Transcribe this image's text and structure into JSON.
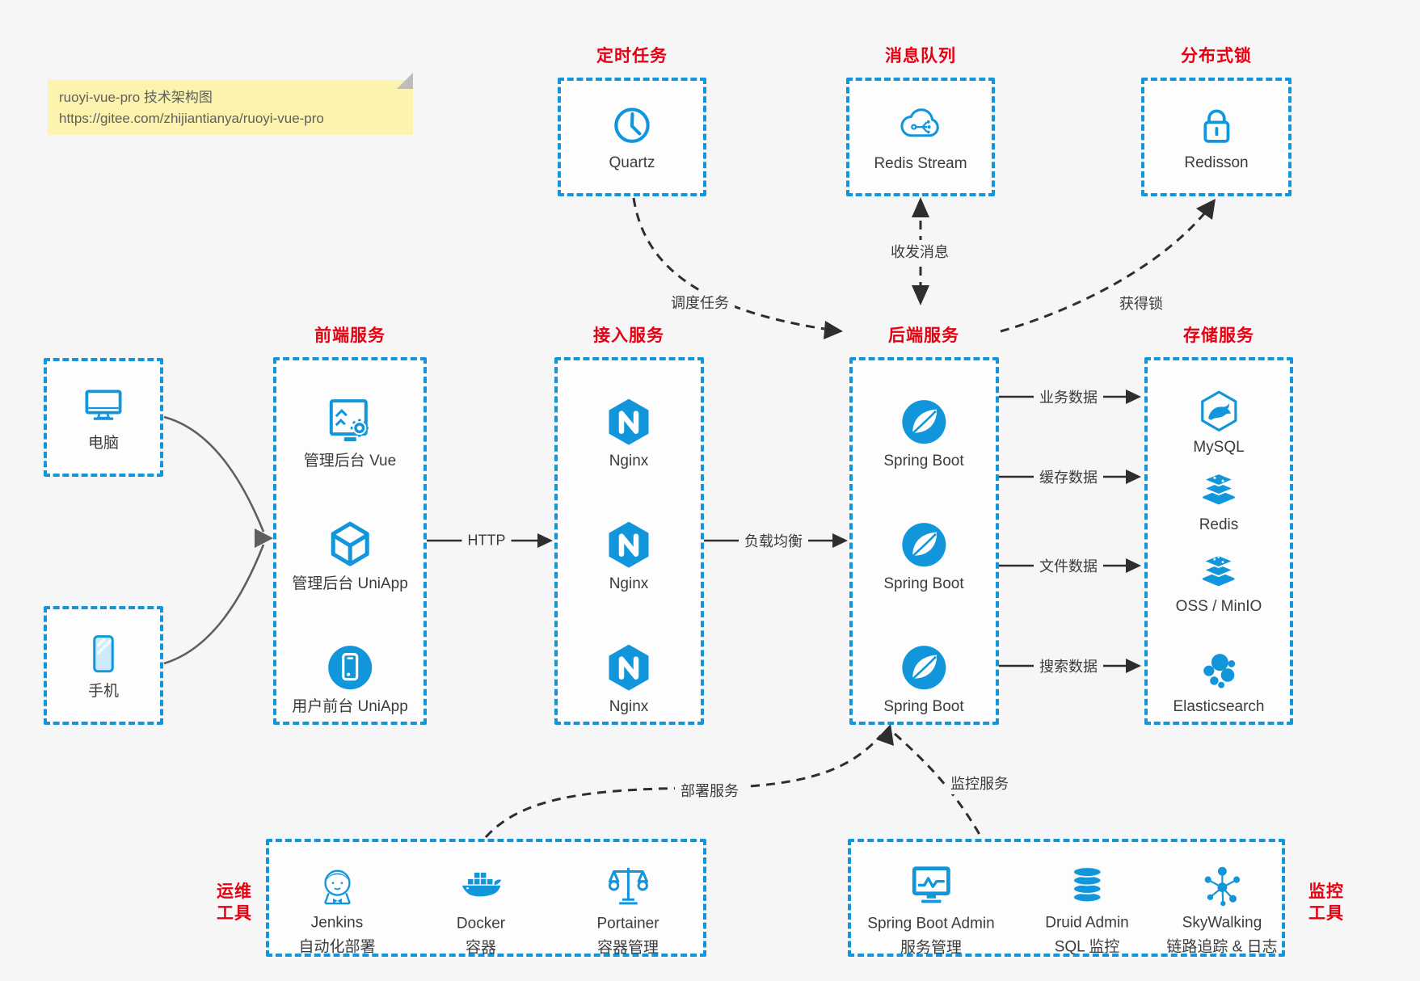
{
  "note": {
    "line1": "ruoyi-vue-pro 技术架构图",
    "line2": "https://gitee.com/zhijiantianya/ruoyi-vue-pro"
  },
  "colors": {
    "blue": "#1296db",
    "red": "#e60012",
    "note_bg": "#fbf3ae"
  },
  "top_groups": [
    {
      "title": "定时任务",
      "icon": "clock-icon",
      "label": "Quartz"
    },
    {
      "title": "消息队列",
      "icon": "cloud-stream-icon",
      "label": "Redis Stream"
    },
    {
      "title": "分布式锁",
      "icon": "lock-icon",
      "label": "Redisson"
    }
  ],
  "clients": [
    {
      "icon": "desktop-icon",
      "label": "电脑"
    },
    {
      "icon": "smartphone-icon",
      "label": "手机"
    }
  ],
  "columns": [
    {
      "title": "前端服务",
      "items": [
        {
          "icon": "admin-vue-icon",
          "label": "管理后台 Vue"
        },
        {
          "icon": "uniapp-cube-icon",
          "label": "管理后台 UniApp"
        },
        {
          "icon": "phone-app-icon",
          "label": "用户前台 UniApp"
        }
      ]
    },
    {
      "title": "接入服务",
      "items": [
        {
          "icon": "nginx-icon",
          "label": "Nginx"
        },
        {
          "icon": "nginx-icon",
          "label": "Nginx"
        },
        {
          "icon": "nginx-icon",
          "label": "Nginx"
        }
      ]
    },
    {
      "title": "后端服务",
      "items": [
        {
          "icon": "spring-boot-icon",
          "label": "Spring Boot"
        },
        {
          "icon": "spring-boot-icon",
          "label": "Spring Boot"
        },
        {
          "icon": "spring-boot-icon",
          "label": "Spring Boot"
        }
      ]
    },
    {
      "title": "存储服务",
      "items": [
        {
          "icon": "mysql-icon",
          "label": "MySQL"
        },
        {
          "icon": "redis-icon",
          "label": "Redis"
        },
        {
          "icon": "oss-icon",
          "label": "OSS / MinIO"
        },
        {
          "icon": "elasticsearch-icon",
          "label": "Elasticsearch"
        }
      ]
    }
  ],
  "edges": {
    "http": "HTTP",
    "load_balance": "负载均衡",
    "schedule_task": "调度任务",
    "send_receive_message": "收发消息",
    "acquire_lock": "获得锁",
    "business_data": "业务数据",
    "cache_data": "缓存数据",
    "file_data": "文件数据",
    "search_data": "搜索数据",
    "deploy_service": "部署服务",
    "monitor_service": "监控服务"
  },
  "bottom_groups": [
    {
      "title_line1": "运维",
      "title_line2": "工具",
      "items": [
        {
          "icon": "jenkins-icon",
          "name": "Jenkins",
          "desc": "自动化部署"
        },
        {
          "icon": "docker-icon",
          "name": "Docker",
          "desc": "容器"
        },
        {
          "icon": "portainer-icon",
          "name": "Portainer",
          "desc": "容器管理"
        }
      ]
    },
    {
      "title_line1": "监控",
      "title_line2": "工具",
      "items": [
        {
          "icon": "sba-icon",
          "name": "Spring Boot Admin",
          "desc": "服务管理"
        },
        {
          "icon": "druid-icon",
          "name": "Druid Admin",
          "desc": "SQL 监控"
        },
        {
          "icon": "skywalking-icon",
          "name": "SkyWalking",
          "desc": "链路追踪 & 日志"
        }
      ]
    }
  ]
}
